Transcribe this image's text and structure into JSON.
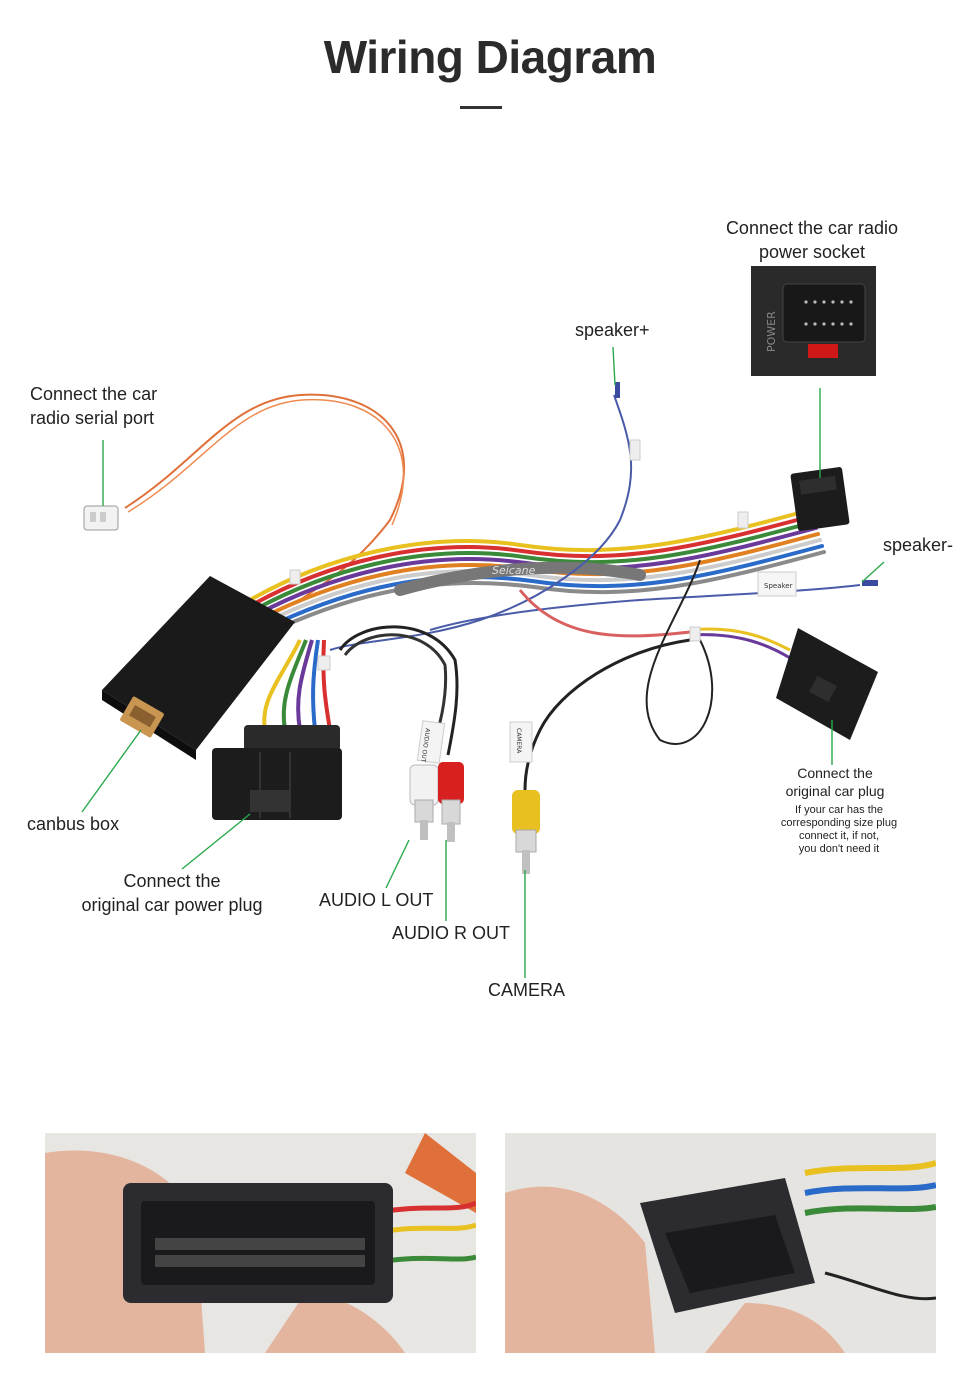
{
  "title": "Wiring Diagram",
  "labels": {
    "power_socket": [
      "Connect the car radio",
      "power socket"
    ],
    "serial_port": [
      "Connect the car",
      "radio  serial port"
    ],
    "speaker_plus": "speaker+",
    "speaker_minus": "speaker-",
    "canbus_box": "canbus box",
    "power_plug": [
      "Connect the",
      "original car power plug"
    ],
    "audio_l": "AUDIO L OUT",
    "audio_r": "AUDIO R OUT",
    "camera": "CAMERA",
    "car_plug": [
      "Connect the",
      "original car plug"
    ],
    "car_plug_note": [
      "If your car has the",
      "corresponding size plug",
      "connect it, if not,",
      "you don't need it"
    ]
  },
  "component_text": {
    "socket_marking": "POWER",
    "brand": "Seicane",
    "audio_tag": "AUDIO OUT",
    "camera_tag": "CAMERA",
    "speaker_tag": "Speaker"
  },
  "colors": {
    "leader_line": "#2aa84a",
    "orange_wire": "#e0703a",
    "blue_wire": "#4a5ba8",
    "connector_black": "#1c1c1c"
  }
}
